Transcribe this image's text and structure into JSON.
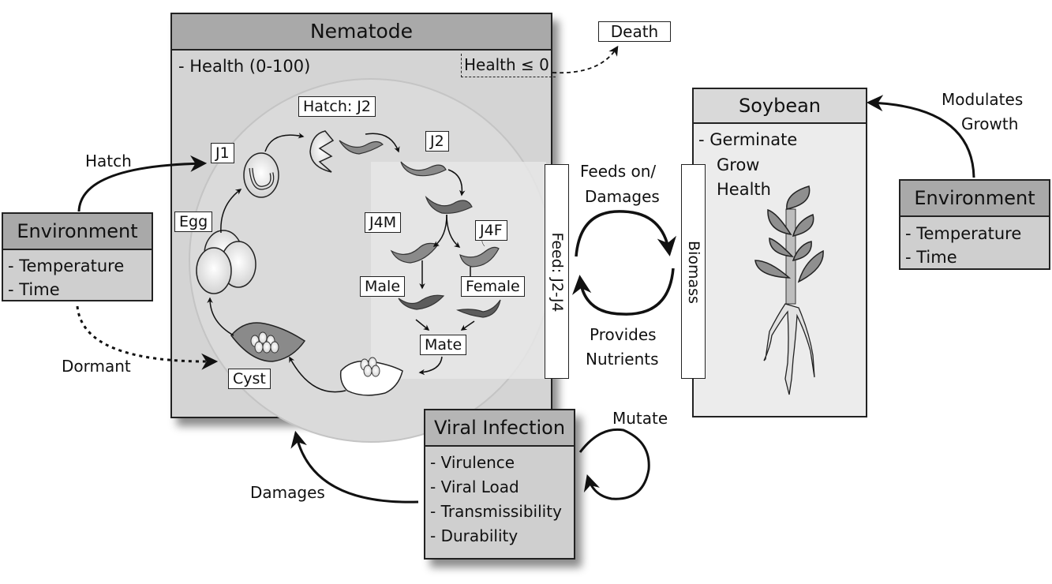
{
  "nematode": {
    "title": "Nematode",
    "attributes": [
      "-  Health (0-100)"
    ],
    "death_condition": "Health ≤ 0",
    "lifecycle": {
      "egg": "Egg",
      "j1": "J1",
      "hatch_j2": "Hatch: J2",
      "j2": "J2",
      "j4m": "J4M",
      "j4f": "J4F",
      "male": "Male",
      "female": "Female",
      "mate": "Mate",
      "cyst": "Cyst"
    },
    "feed_bar": "Feed: J2-J4"
  },
  "death": {
    "label": "Death"
  },
  "environment_left": {
    "title": "Environment",
    "attributes": [
      "-  Temperature",
      "-  Time"
    ],
    "hatch_edge": "Hatch",
    "dormant_edge": "Dormant"
  },
  "soybean": {
    "title": "Soybean",
    "attributes": [
      "-  Germinate",
      "Grow",
      "Health"
    ],
    "biomass_bar": "Biomass"
  },
  "interaction": {
    "feeds_label_1": "Feeds on/",
    "feeds_label_2": "Damages",
    "provides_label_1": "Provides",
    "provides_label_2": "Nutrients"
  },
  "environment_right": {
    "title": "Environment",
    "attributes": [
      "-  Temperature",
      "-  Time"
    ],
    "edge_label_1": "Modulates",
    "edge_label_2": "Growth"
  },
  "viral": {
    "title": "Viral Infection",
    "attributes": [
      "-  Virulence",
      "-  Viral Load",
      "-  Transmissibility",
      "-  Durability"
    ],
    "self_edge": "Mutate",
    "damages_edge": "Damages"
  },
  "colors": {
    "header_gray": "#a9a9a9",
    "body_gray": "#cfcfcf",
    "nematode_body": "#d4d4d4",
    "soybean_body": "#ececec",
    "soybean_header": "#d9d9d9",
    "worm_gray": "#7a7a7a",
    "leaf_gray": "#8f8f8f"
  }
}
